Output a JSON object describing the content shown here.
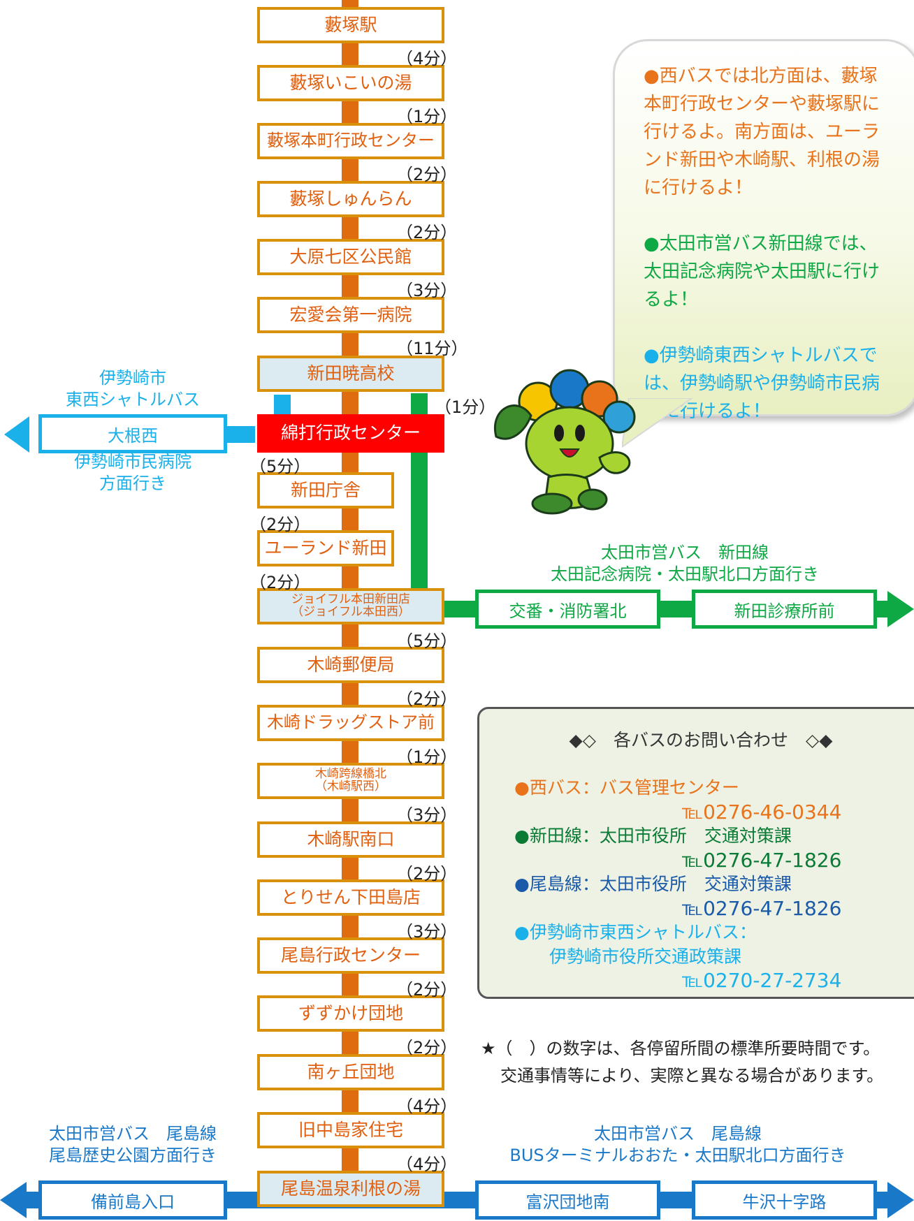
{
  "stops": [
    "藪塚駅",
    "藪塚いこいの湯",
    "藪塚本町行政センター",
    "藪塚しゅんらん",
    "大原七区公民館",
    "宏愛会第一病院",
    "新田暁高校",
    "綿打行政センター",
    "新田庁舎",
    "ユーランド新田",
    "木崎郵便局",
    "木崎ドラッグストア前",
    "木崎駅南口",
    "とりせん下田島店",
    "尾島行政センター",
    "ずずかけ団地",
    "南ヶ丘団地",
    "旧中島家住宅",
    "尾島温泉利根の湯"
  ],
  "stop_joyful": {
    "line1": "ジョイフル本田新田店",
    "line2": "（ジョイフル本田西）"
  },
  "stop_kizaki": {
    "line1": "木崎跨線橋北",
    "line2": "（木崎駅西）"
  },
  "times": [
    "（4分）",
    "（1分）",
    "（2分）",
    "（2分）",
    "（3分）",
    "（11分）",
    "（1分）",
    "（5分）",
    "（2分）",
    "（2分）",
    "（5分）",
    "（2分）",
    "（1分）",
    "（3分）",
    "（2分）",
    "（3分）",
    "（2分）",
    "（2分）",
    "（4分）",
    "（4分）"
  ],
  "west_shuttle": {
    "caption_top": [
      "伊勢崎市",
      "東西シャトルバス"
    ],
    "stop": "大根西",
    "caption_bottom": [
      "伊勢崎市民病院",
      "方面行き"
    ]
  },
  "nitta_line": {
    "caption": [
      "太田市営バス　新田線",
      "太田記念病院・太田駅北口方面行き"
    ],
    "stops": [
      "交番・消防署北",
      "新田診療所前"
    ]
  },
  "ojima_west": {
    "caption": [
      "太田市営バス　尾島線",
      "尾島歴史公園方面行き"
    ],
    "stop": "備前島入口"
  },
  "ojima_east": {
    "caption": [
      "太田市営バス　尾島線",
      "BUSターミナルおおた・太田駅北口方面行き"
    ],
    "stops": [
      "富沢団地南",
      "牛沢十字路"
    ]
  },
  "bubble": [
    [
      "●西バスでは北方面は、藪塚",
      "本町行政センターや藪塚駅に",
      "行けるよ。南方面は、ユーラ",
      "ンド新田や木崎駅、利根の湯",
      "に行けるよ！"
    ],
    [
      "●太田市営バス新田線では、",
      "太田記念病院や太田駅に行け",
      "るよ！"
    ],
    [
      "●伊勢崎東西シャトルバスで",
      "は、伊勢崎駅や伊勢崎市民病",
      "院に行けるよ！"
    ]
  ],
  "inquiry": {
    "title": "◆◇　各バスのお問い合わせ　◇◆",
    "nishi": "●西バス：バス管理センター",
    "nishi_tel": "℡0276-46-0344",
    "nitta": "●新田線：太田市役所　交通対策課",
    "nitta_tel": "℡0276-47-1826",
    "ojima": "●尾島線：太田市役所　交通対策課",
    "ojima_tel": "℡0276-47-1826",
    "isesaki": "●伊勢崎市東西シャトルバス：",
    "isesaki_office": "伊勢崎市役所交通政策課",
    "isesaki_tel": "℡0270-27-2734"
  },
  "note": [
    "★（　）の数字は、各停留所間の標準所要時間です。",
    "交通事情等により、実際と異なる場合があります。"
  ],
  "colors": {
    "trunk": "#e06c10",
    "west": "#1ab0ea",
    "nitta": "#0ea845",
    "ojima": "#1a78c8",
    "red": "#ff0000",
    "nishi_text": "#e8731a"
  }
}
